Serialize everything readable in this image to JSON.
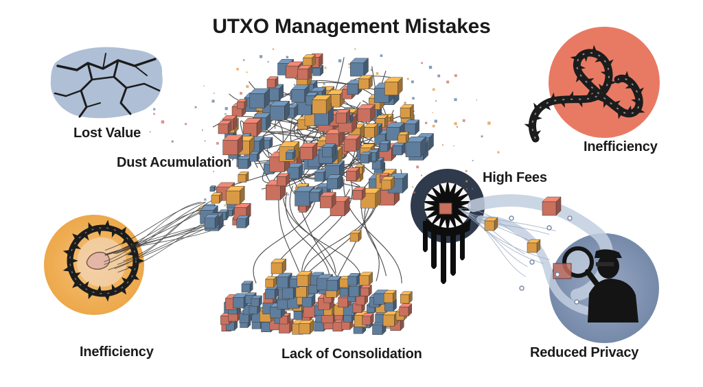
{
  "title": "UTXO Management Mistakes",
  "labels": {
    "lost_value": "Lost Value",
    "dust_accumulation": "Dust Acumulation",
    "inefficiency_top": "Inefficiency",
    "high_fees": "High Fees",
    "inefficiency_bottom": "Inefficiency",
    "lack_of_consolidation": "Lack of Consolidation",
    "reduced_privacy": "Reduced Privacy"
  },
  "colors": {
    "cube_blue": "#5f7d9c",
    "cube_orange": "#d99a46",
    "cube_red": "#c9705f",
    "circle_coral": "#e87a64",
    "circle_amber": "#eda84a",
    "circle_slate": "#3a4556",
    "circle_steel": "#7d8fae",
    "crack_fill": "#aebfd6",
    "ink": "#1a1a1a"
  },
  "icons": {
    "lost_value": "cracked-ground-icon",
    "inefficiency_top": "thorny-vine-icon",
    "inefficiency_bottom": "thorn-ring-icon",
    "high_fees": "toothed-mouth-icon",
    "reduced_privacy": "spy-magnifier-icon"
  }
}
